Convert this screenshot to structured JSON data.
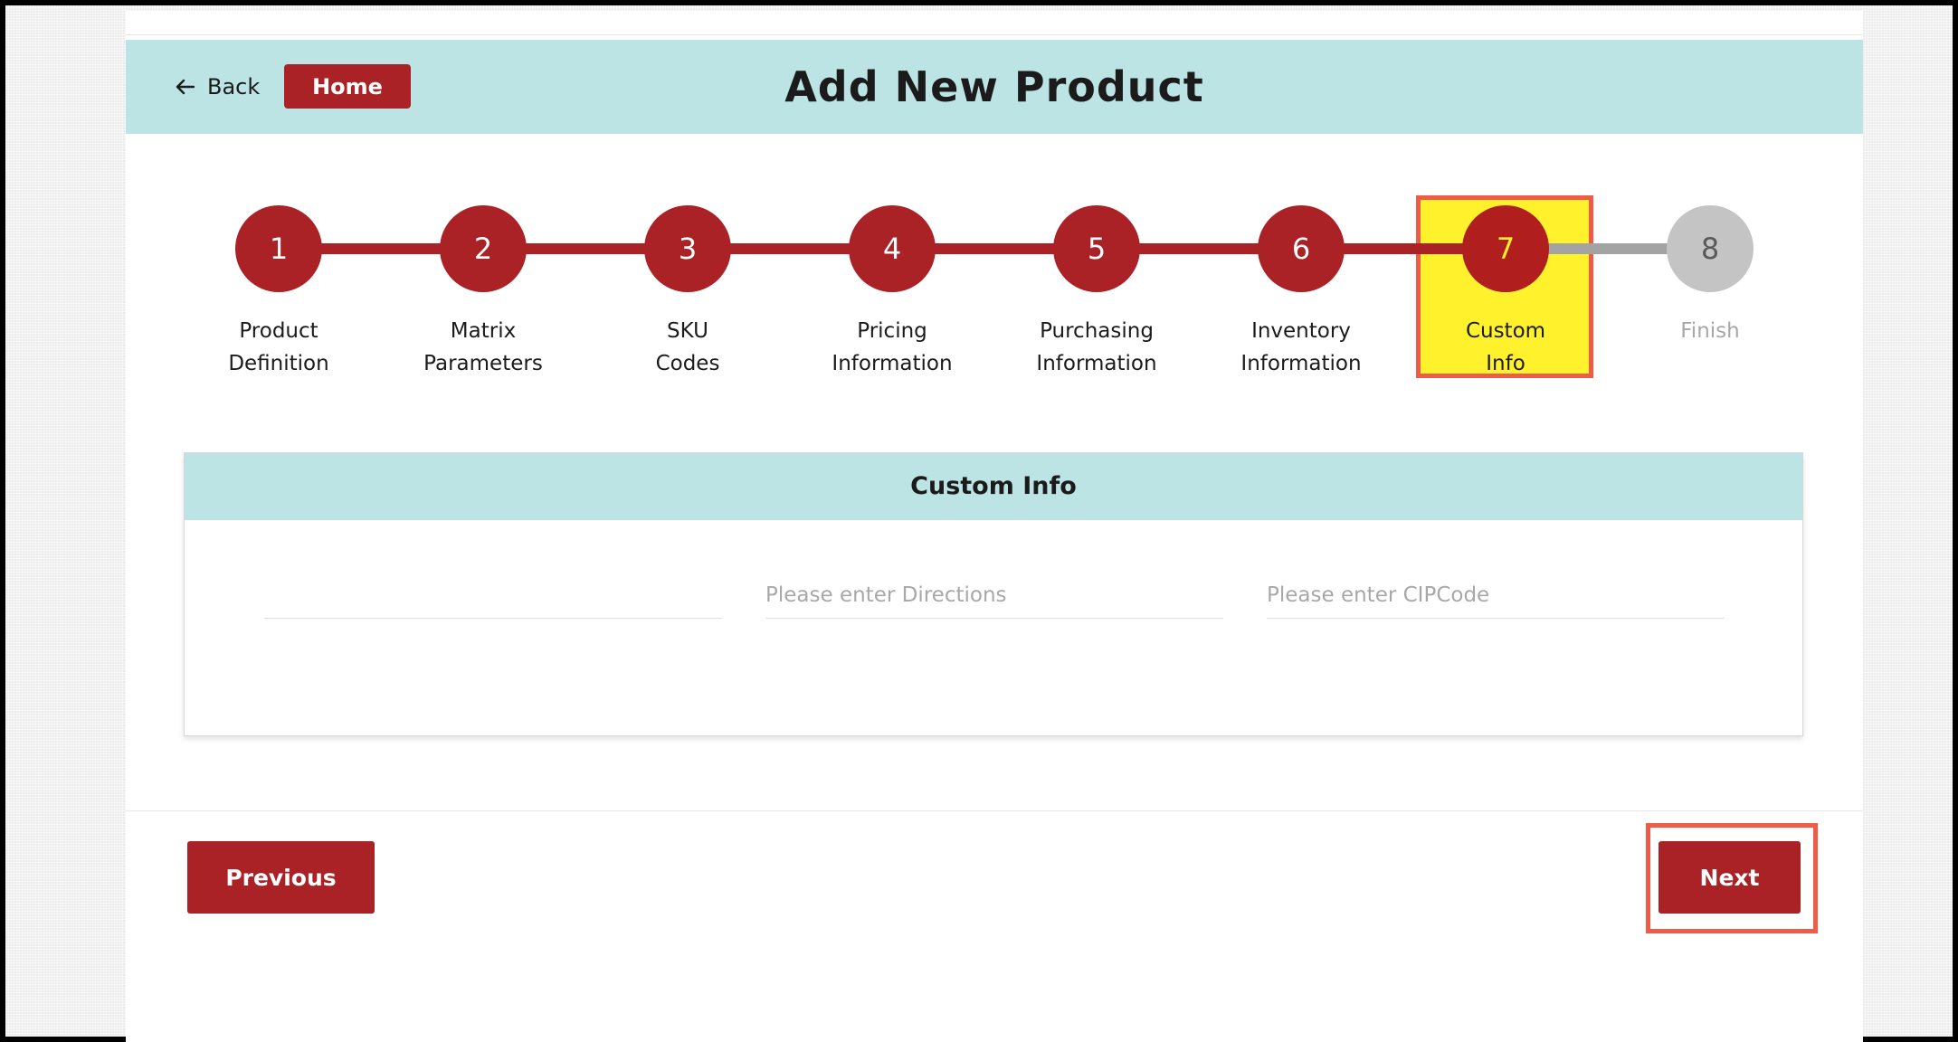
{
  "header": {
    "back_label": "Back",
    "home_label": "Home",
    "title": "Add New Product"
  },
  "stepper": {
    "current_step": 7,
    "steps": [
      {
        "number": "1",
        "line1": "Product",
        "line2": "Definition",
        "state": "complete"
      },
      {
        "number": "2",
        "line1": "Matrix",
        "line2": "Parameters",
        "state": "complete"
      },
      {
        "number": "3",
        "line1": "SKU",
        "line2": "Codes",
        "state": "complete"
      },
      {
        "number": "4",
        "line1": "Pricing",
        "line2": "Information",
        "state": "complete"
      },
      {
        "number": "5",
        "line1": "Purchasing",
        "line2": "Information",
        "state": "complete"
      },
      {
        "number": "6",
        "line1": "Inventory",
        "line2": "Information",
        "state": "complete"
      },
      {
        "number": "7",
        "line1": "Custom",
        "line2": "Info",
        "state": "active"
      },
      {
        "number": "8",
        "line1": "Finish",
        "line2": "",
        "state": "pending"
      }
    ]
  },
  "card": {
    "title": "Custom Info",
    "fields": [
      {
        "value": "",
        "placeholder": ""
      },
      {
        "value": "",
        "placeholder": "Please enter Directions"
      },
      {
        "value": "",
        "placeholder": "Please enter CIPCode"
      }
    ]
  },
  "footer": {
    "previous_label": "Previous",
    "next_label": "Next"
  },
  "colors": {
    "accent": "#aa2226",
    "header_bg": "#bde4e5",
    "highlight": "#fff22d",
    "highlight_border": "#ee5c48",
    "pending": "#c4c4c4",
    "active_number": "#fff22d"
  }
}
